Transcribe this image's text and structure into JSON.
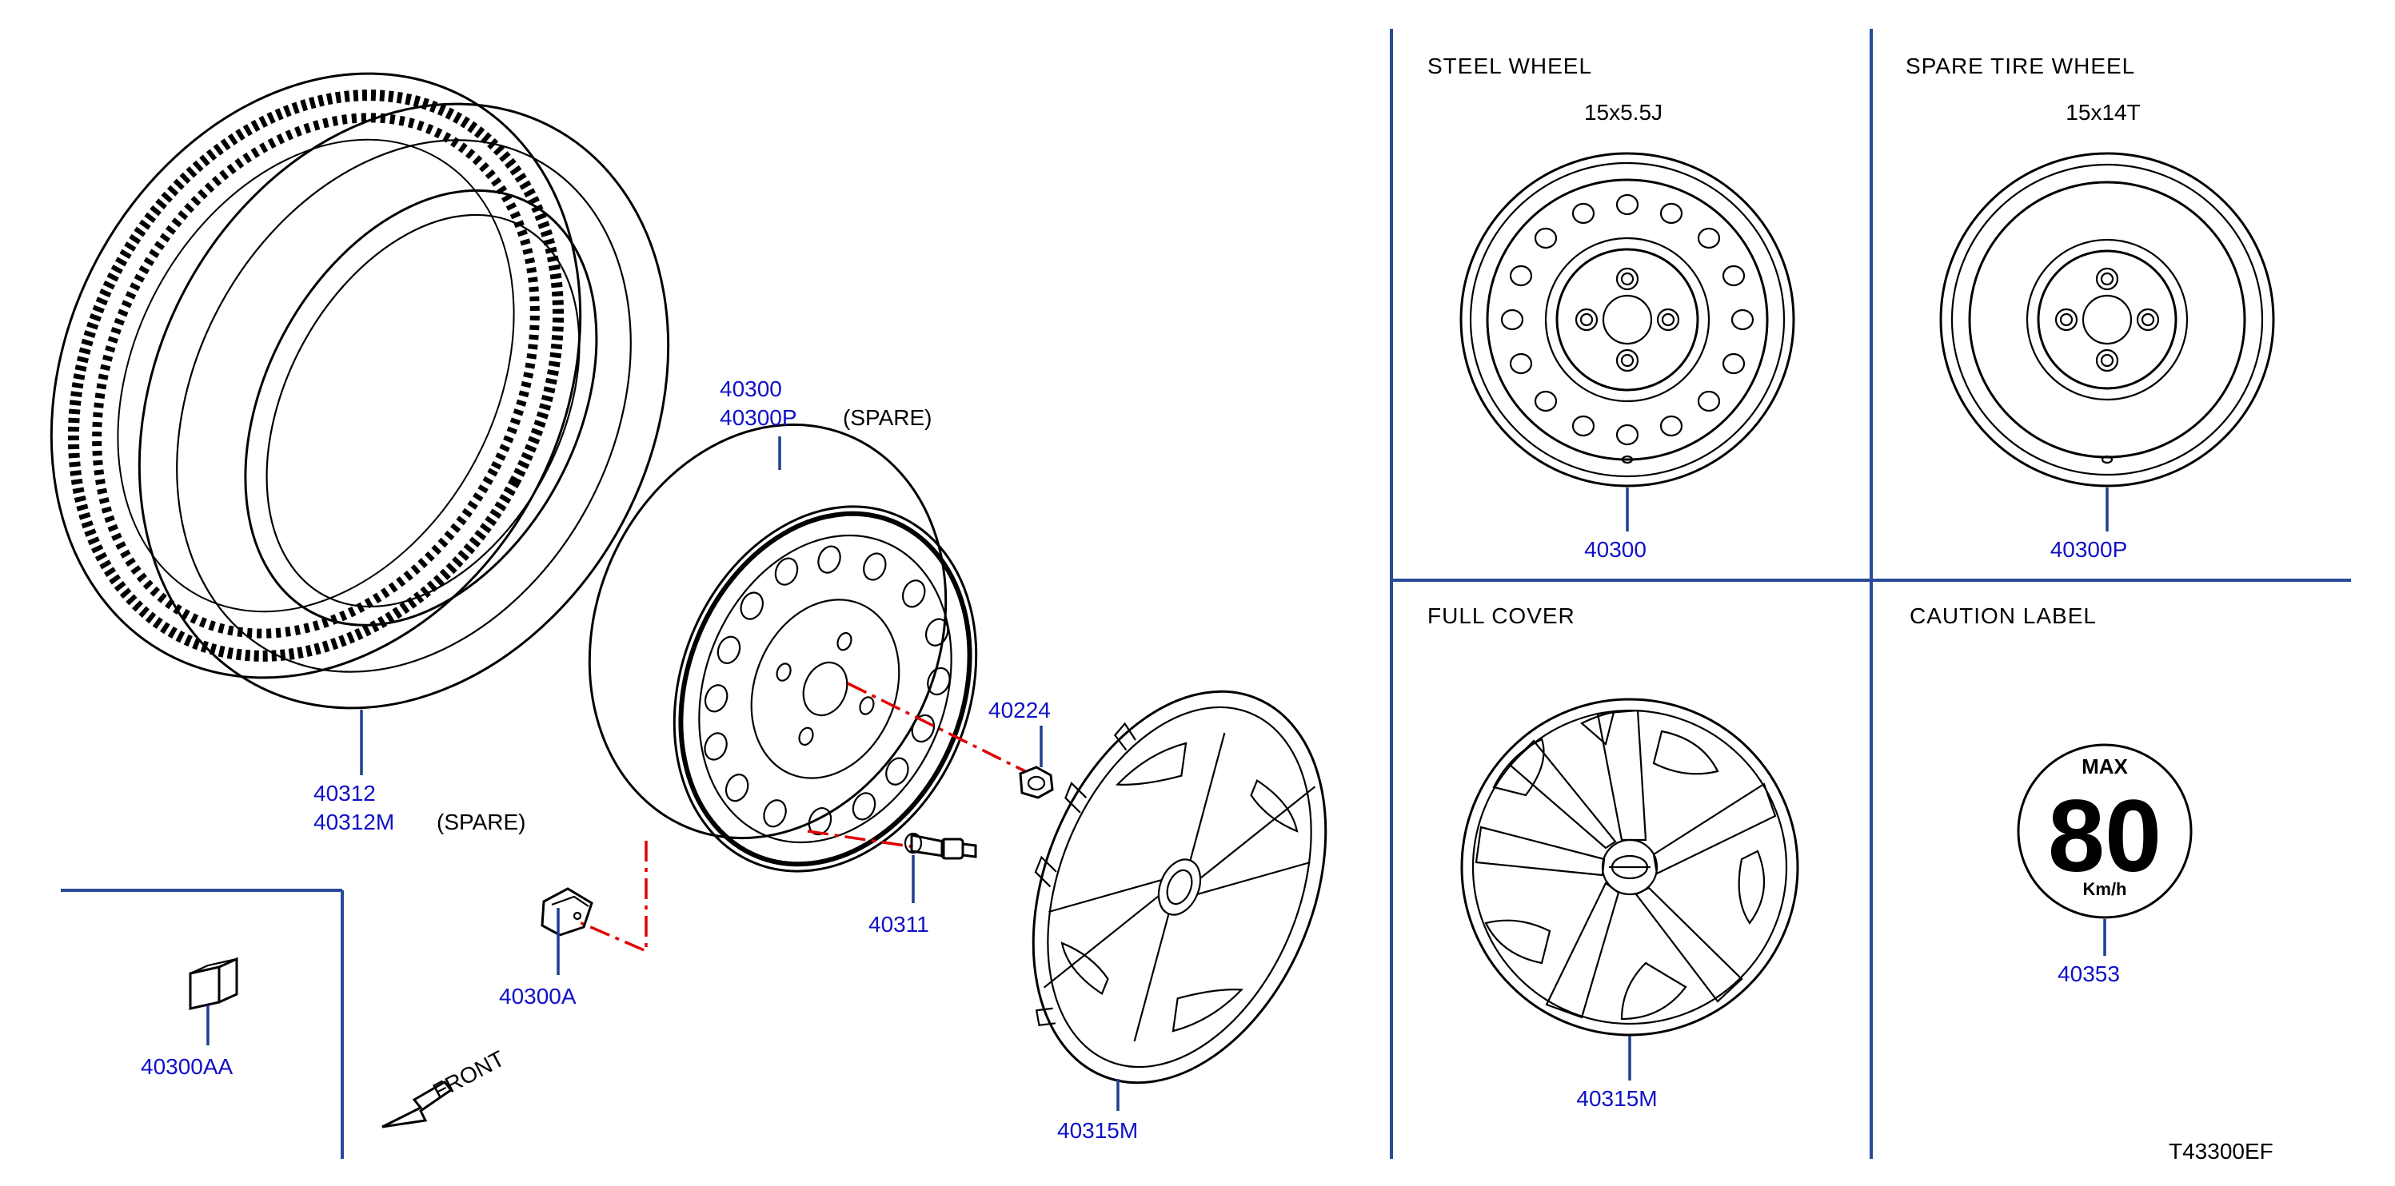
{
  "diagram": {
    "drawing_code": "T43300EF",
    "colors": {
      "label": "#1010c8",
      "leader": "#1f3f8f",
      "frame": "#2a4a9a",
      "fastener_path": "#e00000",
      "ink": "#000000"
    },
    "main_view": {
      "tire_labels": [
        "40312",
        "40312M"
      ],
      "tire_spare": "(SPARE)",
      "wheel_labels": [
        "40300",
        "40300P"
      ],
      "wheel_spare": "(SPARE)",
      "nut_label": "40224",
      "valve_label": "40311",
      "sensor_label": "40300A",
      "cover_label": "40315M",
      "balance_weight_label": "40300AA",
      "front_label": "FRONT"
    },
    "panels": {
      "steel_wheel": {
        "title": "STEEL   WHEEL",
        "size": "15x5.5J",
        "part": "40300"
      },
      "spare_tire_wheel": {
        "title": "SPARE   TIRE   WHEEL",
        "size": "15x14T",
        "part": "40300P"
      },
      "full_cover": {
        "title": "FULL   COVER",
        "part": "40315M"
      },
      "caution_label": {
        "title": "CAUTION   LABEL",
        "max_text": "MAX",
        "speed": "80",
        "unit": "Km/h",
        "part": "40353"
      }
    }
  }
}
